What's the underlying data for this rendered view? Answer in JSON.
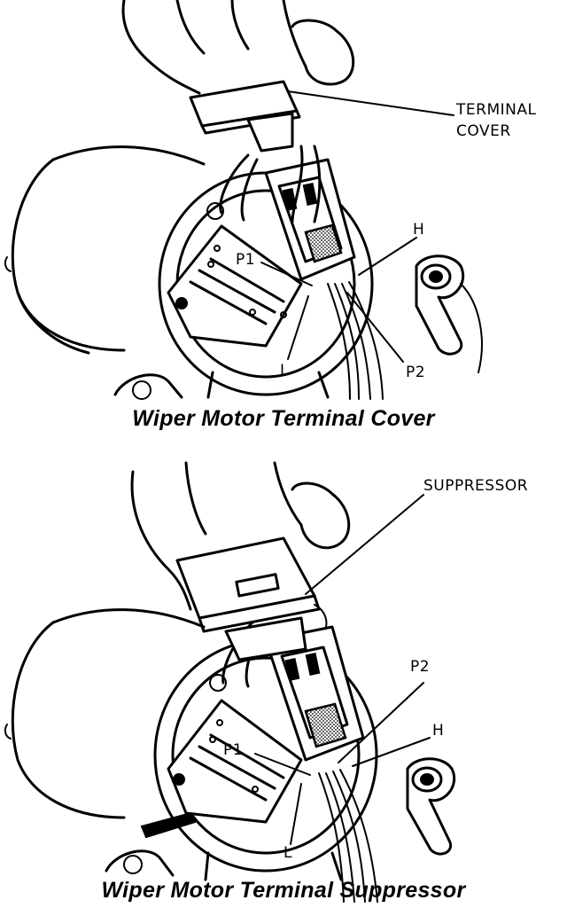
{
  "figures": [
    {
      "caption": "Wiper Motor Terminal Cover",
      "labels": {
        "terminal_cover_line1": "TERMINAL",
        "terminal_cover_line2": "COVER",
        "h": "H",
        "p1": "P1",
        "p2": "P2",
        "l": "L"
      }
    },
    {
      "caption": "Wiper Motor Terminal Suppressor",
      "labels": {
        "suppressor": "SUPPRESSOR",
        "p2": "P2",
        "h": "H",
        "p1": "P1",
        "l": "L"
      }
    }
  ]
}
